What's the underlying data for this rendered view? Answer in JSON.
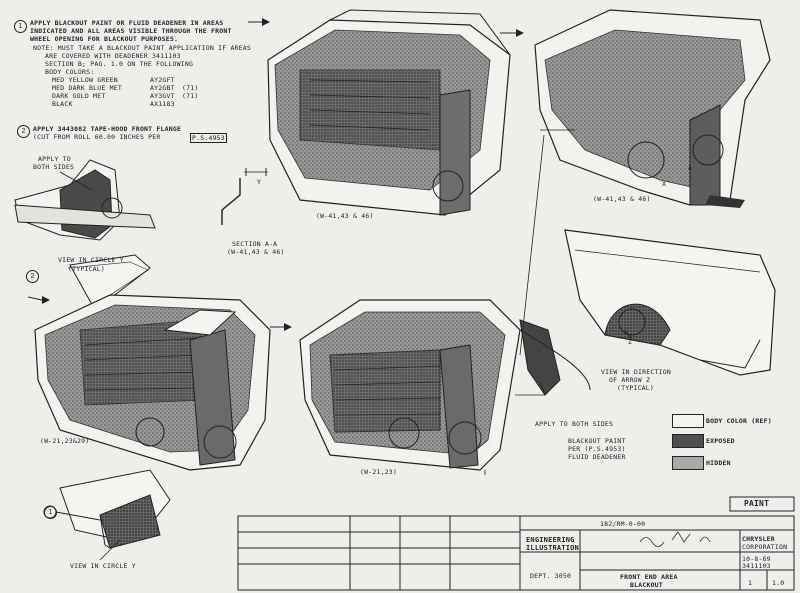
{
  "header_scribble": "",
  "notes": {
    "note1_num": "1",
    "note1_lines": [
      "APPLY BLACKOUT PAINT OR FLUID DEADENER IN AREAS",
      "INDICATED AND ALL AREAS VISIBLE THROUGH THE FRONT",
      "WHEEL OPENING FOR BLACKOUT PURPOSES."
    ],
    "note1_sub": [
      "NOTE: MUST TAKE A BLACKOUT PAINT APPLICATION IF AREAS",
      "ARE COVERED WITH DEADENER 3411103",
      "SECTION B; PAG. 1.0 ON THE FOLLOWING",
      "BODY COLORS:"
    ],
    "colors": [
      {
        "name": "MED YELLOW GREEN",
        "code": "AY2GFT",
        "yr": ""
      },
      {
        "name": "MED DARK BLUE MET",
        "code": "AY2GBT",
        "yr": "(71)"
      },
      {
        "name": "DARK GOLD MET",
        "code": "AY3GVT",
        "yr": "(71)"
      },
      {
        "name": "BLACK",
        "code": "AX1183",
        "yr": ""
      }
    ],
    "note2_num": "2",
    "note2_lines": [
      "APPLY 3443082 TAPE-HOOD FRONT FLANGE",
      "(CUT FROM ROLL 60.00 INCHES PER"
    ],
    "note2_ref": "P.S.4953"
  },
  "labels": {
    "apply_both_sides": [
      "APPLY TO",
      "BOTH SIDES"
    ],
    "view_circle_y": [
      "VIEW IN CIRCLE Y",
      "(TYPICAL)"
    ],
    "section_aa": [
      "SECTION A-A",
      "(W-41,43 & 46)"
    ],
    "view_top_center": "(W-41,43 & 46)",
    "view_top_right": "(W-41,43 & 46)",
    "view_mid_left": "(W-21,23&29)",
    "view_mid_center": "(W-21,23)",
    "apply_both_sides_2": "APPLY TO BOTH SIDES",
    "view_arrow": [
      "VIEW IN DIRECTION",
      "OF ARROW Z",
      "(TYPICAL)"
    ],
    "view_circle_y_bottom": "VIEW IN CIRCLE Y",
    "dim_y": "Y",
    "callout_a": "A",
    "callout_x": "X",
    "callout_z": "Z",
    "callout_1": "1",
    "callout_2": "2"
  },
  "legend": {
    "items": [
      {
        "label": "BODY COLOR (REF)",
        "fill": "#f4f4f1"
      },
      {
        "label": "EXPOSED",
        "fill": "#4f4f4f"
      },
      {
        "label": "HIDDEN",
        "fill": "#a9a9a9"
      }
    ],
    "note_lines": [
      "BLACKOUT PAINT",
      "PER (P.S.4953)",
      "FLUID DEADENER"
    ]
  },
  "title_block": {
    "paint": "PAINT",
    "drawing_no": "182/RM-0-00",
    "engineering": [
      "ENGINEERING",
      "ILLUSTRATION"
    ],
    "dept": "DEPT. 3050",
    "company": "CHRYSLER",
    "company_sub": "CORPORATION",
    "title": [
      "FRONT END AREA",
      "BLACKOUT"
    ],
    "date": "10-8-69",
    "number": "3411103",
    "sheet": "1",
    "rev": "1.0"
  },
  "colors": {
    "ink": "#232323",
    "paper": "#eeeeea",
    "shade_dark": "#4f4f4f",
    "shade_mid": "#8a8a8a",
    "shade_light": "#bdbdbd"
  }
}
